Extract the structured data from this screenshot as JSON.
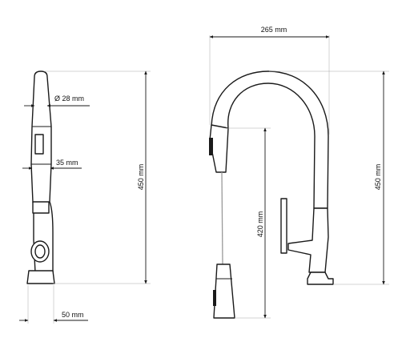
{
  "dimensions": {
    "side_spout_diameter": "Ø 28 mm",
    "side_neck_width": "35 mm",
    "side_base_width": "50 mm",
    "side_height": "450 mm",
    "front_reach": "265 mm",
    "front_pullout_height": "420 mm",
    "front_height": "450 mm"
  },
  "colors": {
    "line": "#1a1a1a",
    "guide": "#a8a8a8",
    "hose": "#9a9a9a"
  }
}
